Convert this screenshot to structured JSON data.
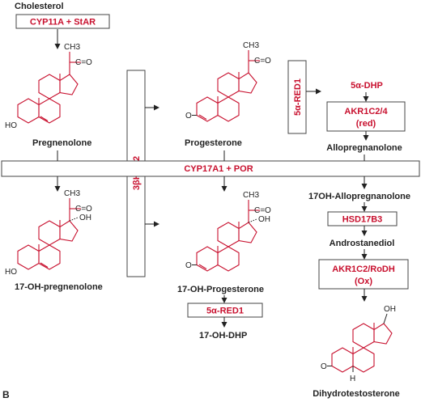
{
  "figure_label": "B",
  "compounds": {
    "cholesterol": "Cholesterol",
    "pregnenolone": "Pregnenolone",
    "progesterone": "Progesterone",
    "five_alpha_dhp": "5α-DHP",
    "allopregnanolone": "Allopregnanolone",
    "oh17_pregnenolone": "17-OH-pregnenolone",
    "oh17_progesterone": "17-OH-Progesterone",
    "oh17_allopregnanolone": "17OH-Allopregnanolone",
    "androstanediol": "Androstanediol",
    "oh17_dhp": "17-OH-DHP",
    "dihydrotestosterone": "Dihydrotestosterone"
  },
  "enzymes": {
    "cyp11a": "CYP11A + StAR",
    "hsd3b2": "3βHSD2",
    "red1_vertical": "5α-RED1",
    "akr1c24_line1": "AKR1C2/4",
    "akr1c24_line2": "(red)",
    "cyp17a1": "CYP17A1 + POR",
    "hsd17b3": "HSD17B3",
    "akr1c2_line1": "AKR1C2/RoDH",
    "akr1c2_line2": "(Ox)",
    "red1_bottom": "5α-RED1"
  },
  "atoms": {
    "ch3": "CH3",
    "co": "C=O",
    "oh": "OH",
    "ho": "HO",
    "o": "O",
    "h": "H"
  }
}
